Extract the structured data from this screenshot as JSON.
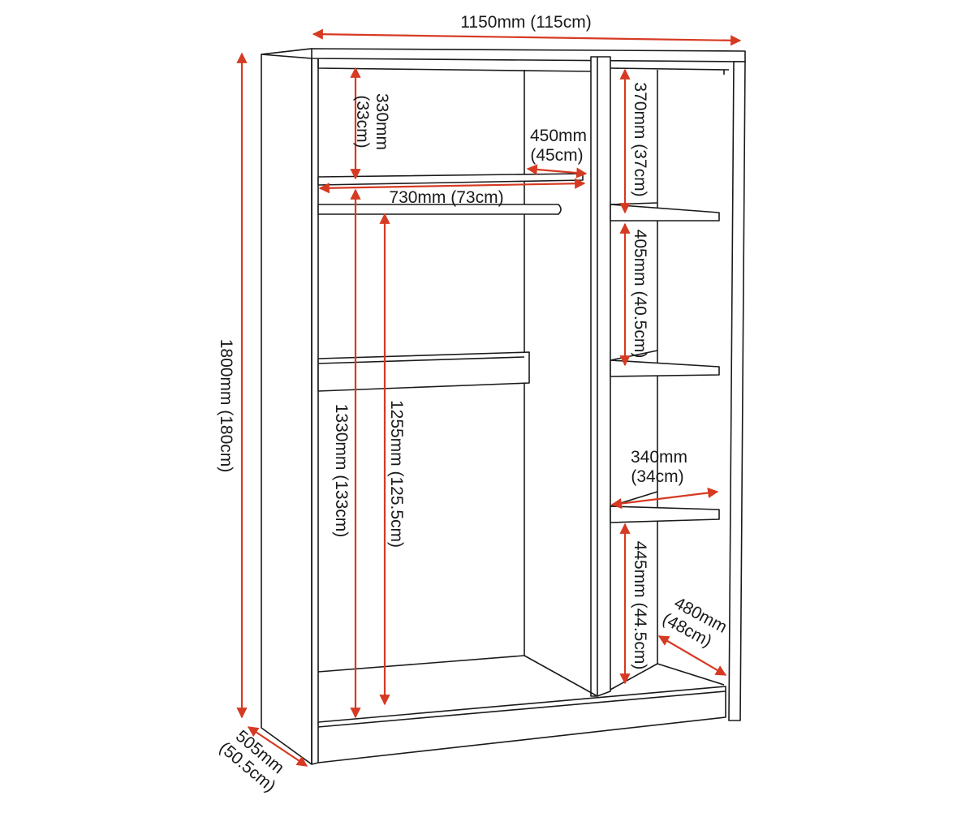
{
  "colors": {
    "outline": "#1a1a1a",
    "dimension": "#d63a22",
    "background": "#ffffff"
  },
  "dimensions": {
    "overall_width": "1150mm (115cm)",
    "overall_height": "1800mm (180cm)",
    "overall_depth": [
      "505mm",
      "(50.5cm)"
    ],
    "top_shelf_height": [
      "330mm",
      "(33cm)"
    ],
    "top_shelf_depth": [
      "450mm",
      "(45cm)"
    ],
    "hanging_width": "730mm (73cm)",
    "hanging_height_total": "1330mm (133cm)",
    "hanging_height_rail": "1255mm (125.5cm)",
    "right_compartment_1": "370mm (37cm)",
    "right_compartment_2": "405mm (40.5cm)",
    "right_compartment_4": "445mm (44.5cm)",
    "right_shelf_width": [
      "340mm",
      "(34cm)"
    ],
    "right_depth": [
      "480mm",
      "(48cm)"
    ]
  }
}
